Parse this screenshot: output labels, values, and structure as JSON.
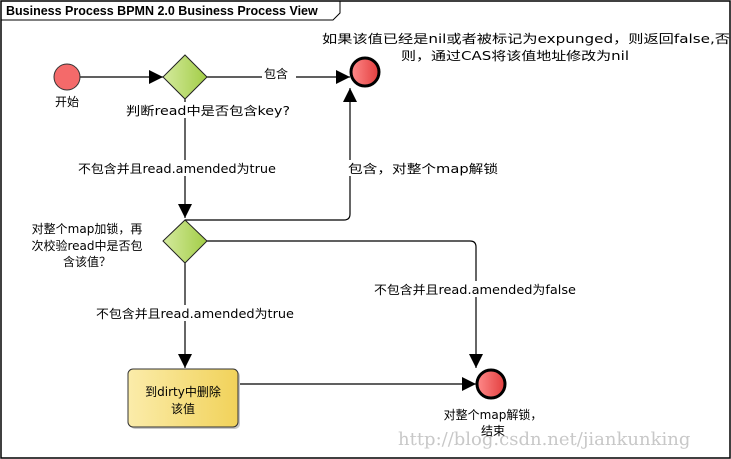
{
  "diagram": {
    "title": "Business Process BPMN 2.0 Business Process View",
    "colors": {
      "event_fill_light": "#ff8080",
      "event_fill_dark": "#e84848",
      "start_fill": "#f46a6a",
      "gateway_fill_light": "#d2e89a",
      "gateway_fill_dark": "#a6d04c",
      "task_fill_light": "#faeaa2",
      "task_fill_dark": "#f2d45e",
      "stroke": "#000000",
      "watermark": "#c8c8c8"
    },
    "nodes": {
      "start": {
        "type": "start-event",
        "label": "开始"
      },
      "gateway1": {
        "type": "exclusive-gateway",
        "label": "判断read中是否包含key?"
      },
      "end1": {
        "type": "end-event",
        "label_lines": [
          "如果该值已经是nil或者被标记为expunged，则返回false,否",
          "则，通过CAS将该值地址修改为nil"
        ]
      },
      "gateway2": {
        "type": "exclusive-gateway",
        "label_lines": [
          "对整个map加锁，再",
          "次校验read中是否包",
          "含该值？"
        ]
      },
      "task1": {
        "type": "task",
        "label_lines": [
          "到dirty中删除",
          "该值"
        ]
      },
      "end2": {
        "type": "end-event",
        "label_lines": [
          "对整个map解锁，",
          "结束"
        ]
      }
    },
    "flows": [
      {
        "from": "start",
        "to": "gateway1",
        "label": ""
      },
      {
        "from": "gateway1",
        "to": "end1",
        "label": "包含"
      },
      {
        "from": "gateway1",
        "to": "gateway2",
        "label": "不包含并且read.amended为true"
      },
      {
        "from": "gateway2",
        "to": "end1",
        "label": "包含，对整个map解锁"
      },
      {
        "from": "gateway2",
        "to": "end2",
        "label": "不包含并且read.amended为false"
      },
      {
        "from": "gateway2",
        "to": "task1",
        "label": "不包含并且read.amended为true"
      },
      {
        "from": "task1",
        "to": "end2",
        "label": ""
      }
    ]
  },
  "watermark": "http://blog.csdn.net/jiankunking"
}
